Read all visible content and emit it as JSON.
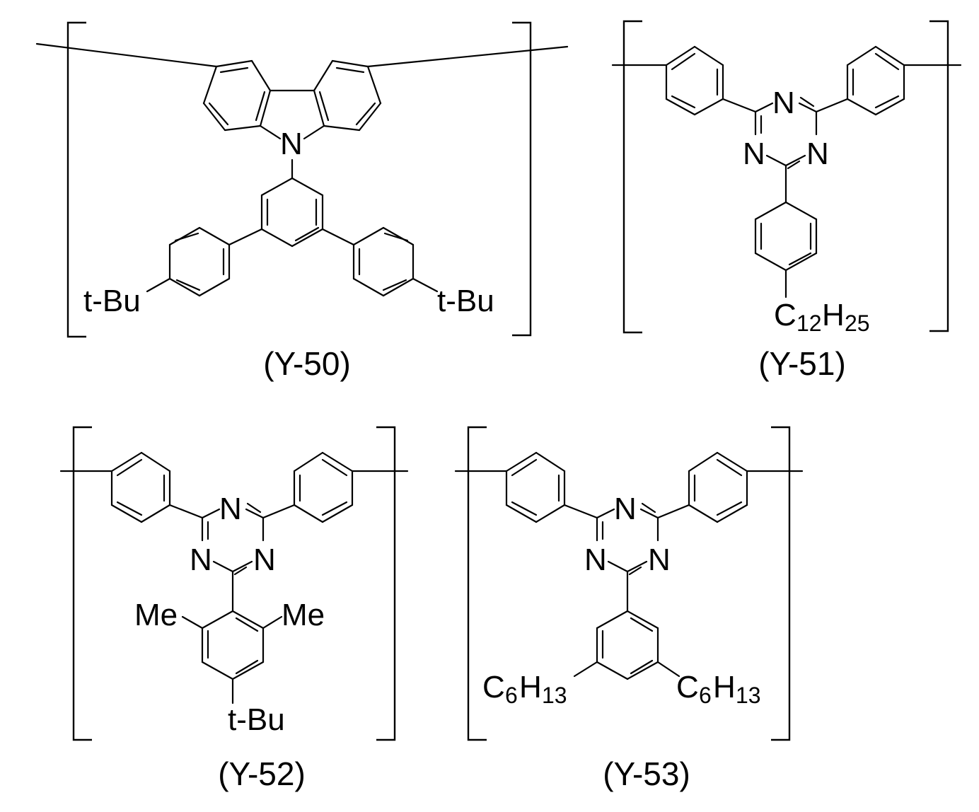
{
  "compounds": {
    "y50": {
      "label": "(Y-50)",
      "n_atom": "N",
      "tbu_left": "t-Bu",
      "tbu_right": "t-Bu"
    },
    "y51": {
      "label": "(Y-51)",
      "triazine_n1": "N",
      "triazine_n2": "N",
      "triazine_n3": "N",
      "alkyl_c": "C",
      "alkyl_c_sub": "12",
      "alkyl_h": "H",
      "alkyl_h_sub": "25"
    },
    "y52": {
      "label": "(Y-52)",
      "triazine_n1": "N",
      "triazine_n2": "N",
      "triazine_n3": "N",
      "me_left": "Me",
      "me_right": "Me",
      "tbu": "t-Bu"
    },
    "y53": {
      "label": "(Y-53)",
      "triazine_n1": "N",
      "triazine_n2": "N",
      "triazine_n3": "N",
      "hex_left_c": "C",
      "hex_left_c_sub": "6",
      "hex_left_h": "H",
      "hex_left_h_sub": "13",
      "hex_right_c": "C",
      "hex_right_c_sub": "6",
      "hex_right_h": "H",
      "hex_right_h_sub": "13"
    }
  }
}
